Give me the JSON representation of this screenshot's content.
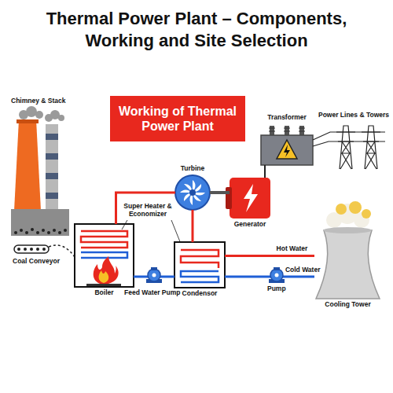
{
  "diagram": {
    "title": "Thermal Power Plant – Components, Working and Site Selection",
    "nodes": [
      {
        "text": [
          "Working of Thermal Power Plant"
        ]
      },
      {
        "text": [
          "Boiler"
        ]
      },
      {
        "text": [
          "Turbine"
        ]
      },
      {
        "text": [
          "Generator"
        ]
      },
      {
        "text": [
          "Transformer"
        ]
      },
      {
        "text": [
          "Condensor"
        ]
      },
      {
        "text": [
          "Cooling Tower"
        ]
      }
    ],
    "edges": [
      {
        "from": 1,
        "to": 2,
        "arrow": "none"
      },
      {
        "from": 2,
        "to": 3,
        "arrow": "none"
      },
      {
        "from": 3,
        "to": 4,
        "arrow": "none"
      },
      {
        "from": 2,
        "to": 5,
        "arrow": "none"
      },
      {
        "from": 5,
        "to": 1,
        "arrow": "none"
      },
      {
        "from": 5,
        "to": 6,
        "label": "Hot Water",
        "arrow": "none"
      },
      {
        "from": 6,
        "to": 5,
        "label": "Cold Water",
        "arrow": "none"
      }
    ],
    "labels": [
      "Chimney & Stack",
      "Coal Conveyor",
      "Super Heater & Economizer",
      "Feed Water Pump",
      "Pump",
      "Power Lines & Towers"
    ]
  }
}
